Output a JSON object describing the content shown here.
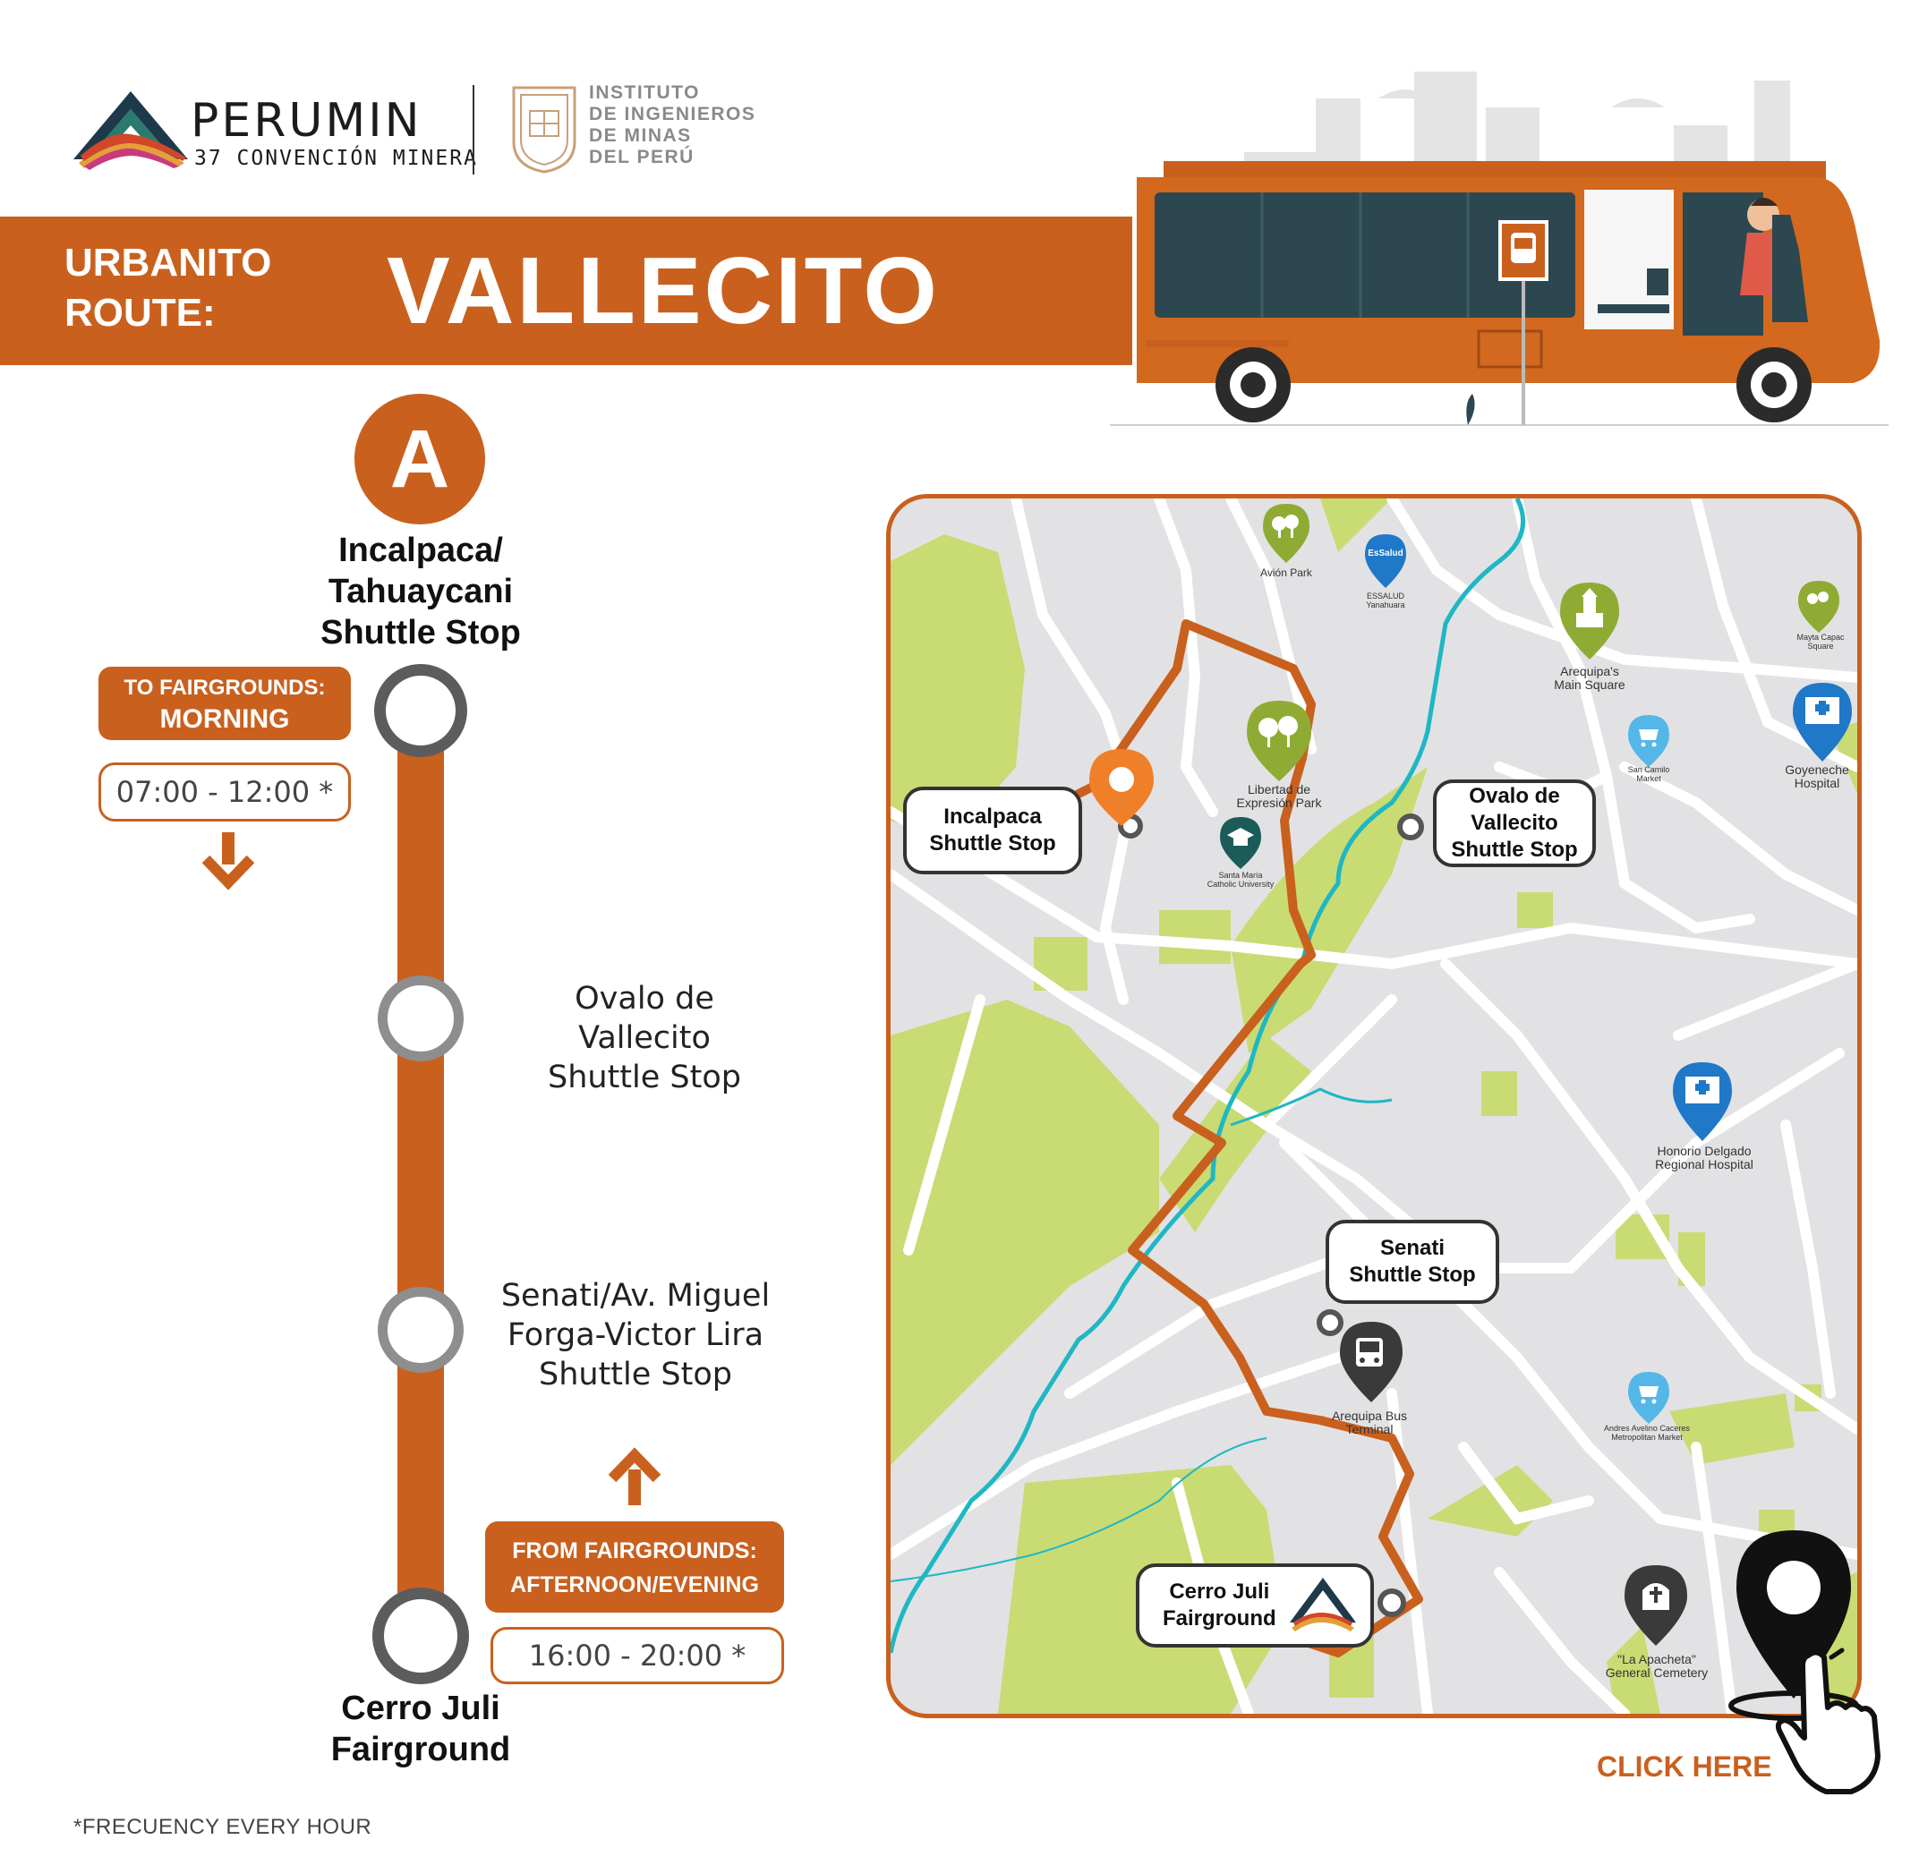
{
  "header": {
    "perumin_name": "PERUMIN",
    "perumin_subtitle": "37 CONVENCIÓN MINERA",
    "institute_lines": [
      "INSTITUTO",
      "DE INGENIEROS",
      "DE MINAS",
      "DEL PERÚ"
    ],
    "route_label_line1": "URBANITO",
    "route_label_line2": "ROUTE:",
    "route_name": "VALLECITO"
  },
  "colors": {
    "brand_orange": "#c9601e",
    "map_bg": "#e2e2e4",
    "park_green": "#c9db73",
    "river": "#1fb7c4"
  },
  "timeline": {
    "start_marker": "A",
    "stops": [
      {
        "name_lines": [
          "Incalpaca/",
          "Tahuaycani",
          "Shuttle Stop"
        ]
      },
      {
        "name_lines": [
          "Ovalo de",
          "Vallecito",
          "Shuttle Stop"
        ]
      },
      {
        "name_lines": [
          "Senati/Av. Miguel",
          "Forga-Victor Lira",
          "Shuttle Stop"
        ]
      },
      {
        "name_lines": [
          "Cerro Juli",
          "Fairground"
        ]
      }
    ],
    "to_fairgrounds": {
      "line1": "TO  FAIRGROUNDS:",
      "line2": "MORNING",
      "hours": "07:00 - 12:00 *"
    },
    "from_fairgrounds": {
      "line1": "FROM FAIRGROUNDS:",
      "line2": "AFTERNOON/EVENING",
      "hours": "16:00 - 20:00 *"
    },
    "footnote": "*FRECUENCY EVERY HOUR"
  },
  "map": {
    "stop_labels": {
      "incalpaca": [
        "Incalpaca",
        "Shuttle Stop"
      ],
      "ovalo": [
        "Ovalo de",
        "Vallecito",
        "Shuttle Stop"
      ],
      "senati": [
        "Senati",
        "Shuttle Stop"
      ],
      "cerro_juli": [
        "Cerro Juli",
        "Fairground"
      ]
    },
    "pois": {
      "avion_park": "Avión Park",
      "essalud_badge": "EsSalud",
      "essalud": [
        "ESSALUD",
        "Yanahuara"
      ],
      "main_square": [
        "Arequipa's",
        "Main Square"
      ],
      "mayta_capac": [
        "Mayta Capac",
        "Square"
      ],
      "libertad": [
        "Libertad de",
        "Expresión  Park"
      ],
      "san_camilo": [
        "San Camilo",
        "Market"
      ],
      "goyeneche": [
        "Goyeneche",
        "Hospital"
      ],
      "santa_maria": [
        "Santa María",
        "Catholic University"
      ],
      "honorio": [
        "Honorio Delgado",
        "Regional Hospital"
      ],
      "bus_terminal": [
        "Arequipa Bus",
        "Terminal"
      ],
      "andres_avelino": [
        "Andres Avelino Caceres",
        "Metropolitan Market"
      ],
      "cemetery": [
        "\"La Apacheta\"",
        "General Cemetery"
      ]
    },
    "click_here": "CLICK HERE"
  }
}
